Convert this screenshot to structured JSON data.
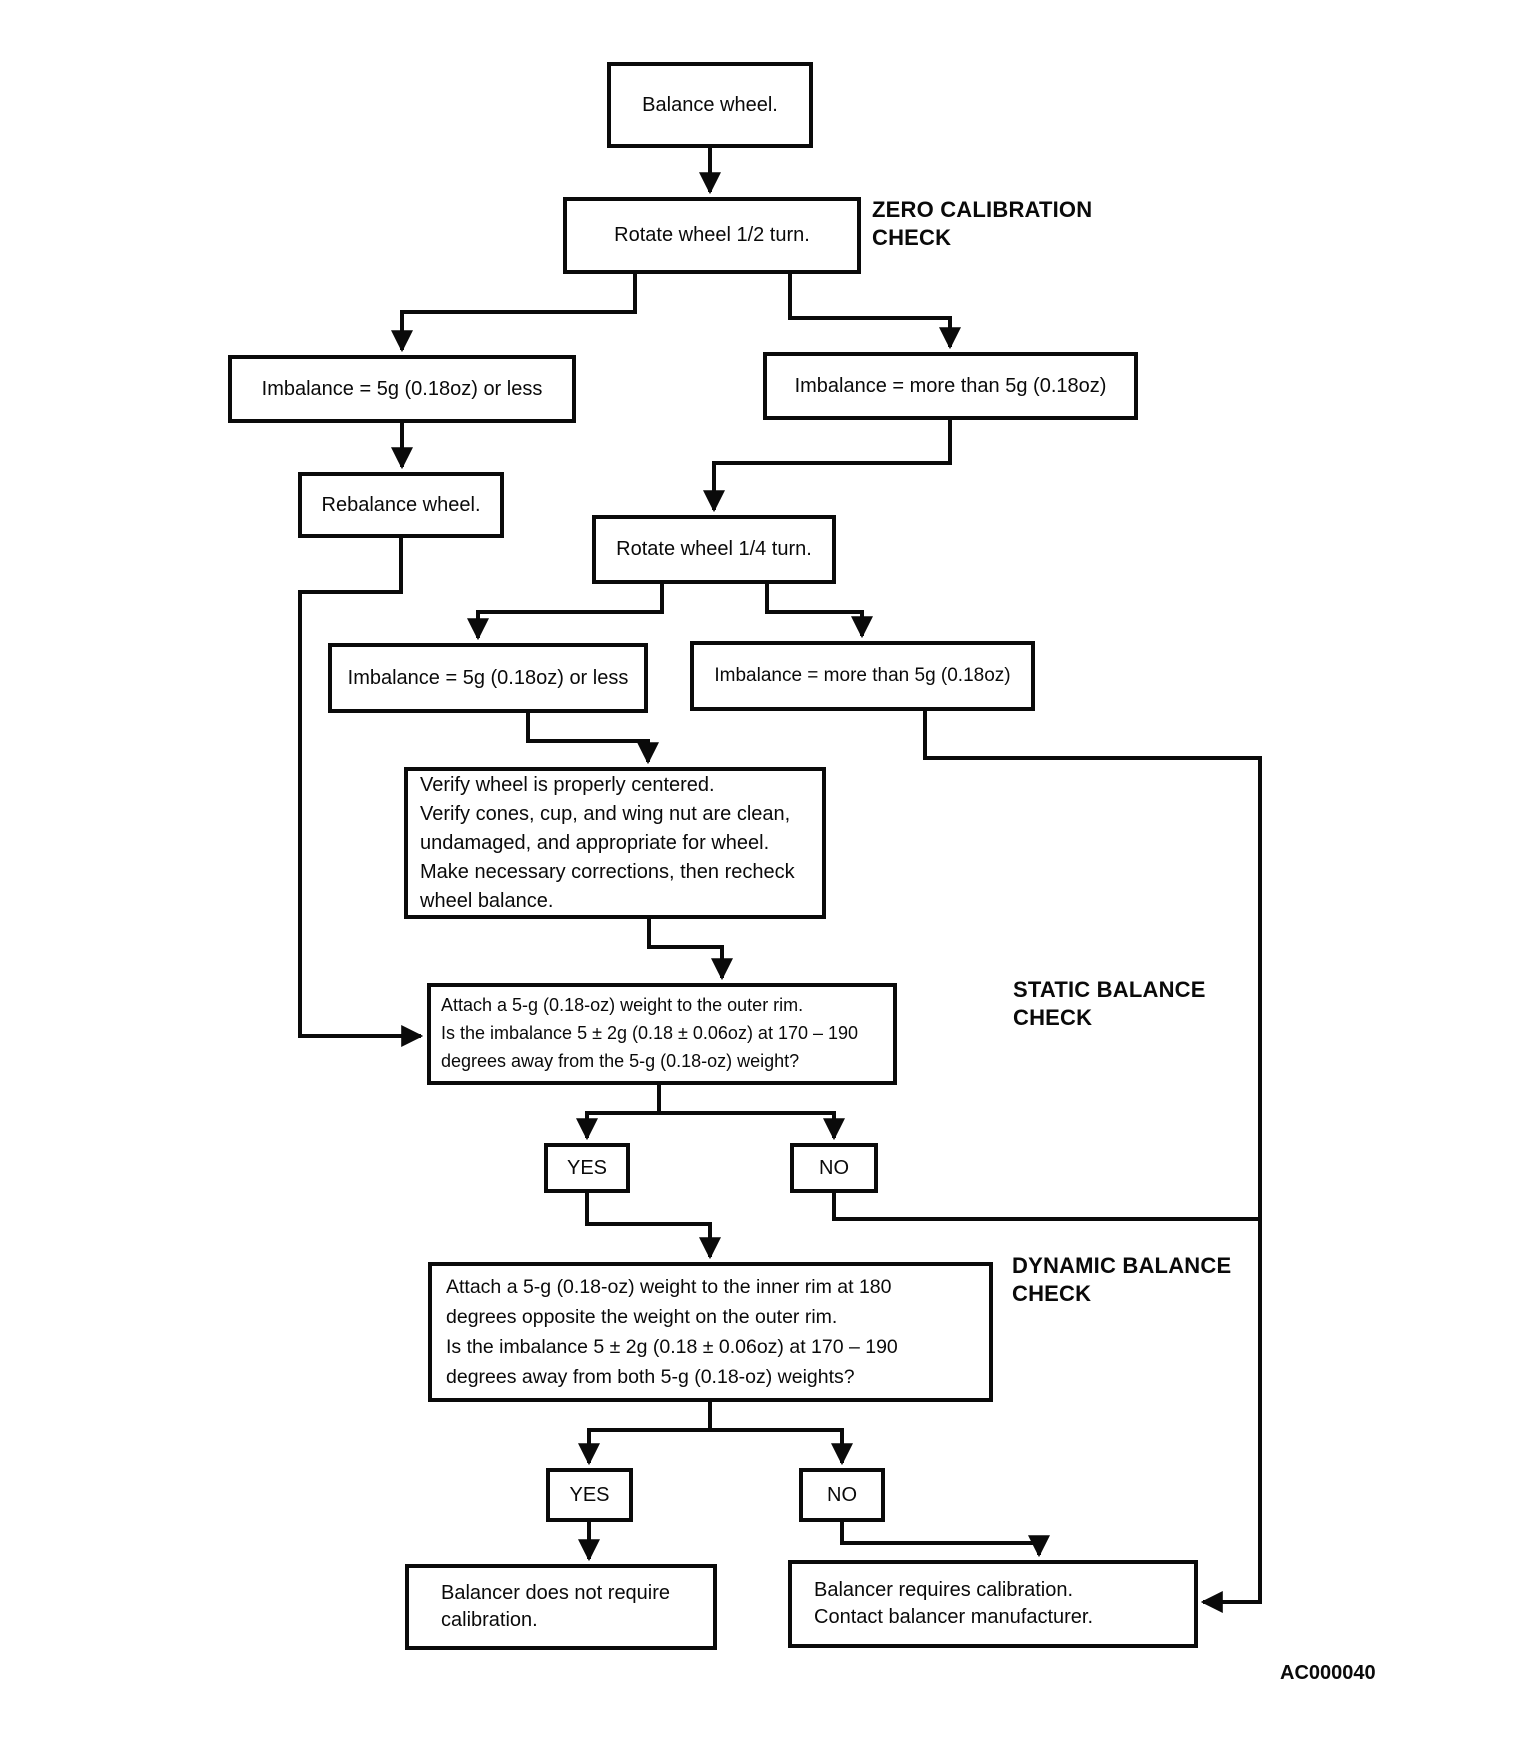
{
  "diagram": {
    "type": "flowchart",
    "topic": "Wheel balancer calibration check procedure",
    "background_color": "#ffffff",
    "ink_color": "#0a0a0a",
    "figure_code": "AC000040",
    "boxes": {
      "balance_wheel": "Balance wheel.",
      "rotate_half": "Rotate wheel 1/2 turn.",
      "imbalance_less_1": "Imbalance = 5g (0.18oz) or less",
      "imbalance_more_1": "Imbalance = more than 5g (0.18oz)",
      "rebalance": "Rebalance wheel.",
      "rotate_quarter": "Rotate wheel 1/4 turn.",
      "imbalance_less_2": "Imbalance = 5g (0.18oz) or less",
      "imbalance_more_2": "Imbalance = more than 5g (0.18oz)",
      "verify": "Verify wheel is properly centered.\nVerify cones, cup, and wing nut are clean,\nundamaged, and appropriate for wheel.\nMake necessary corrections, then recheck\nwheel balance.",
      "static_check": "Attach a 5-g (0.18-oz) weight to the outer rim.\nIs the imbalance 5 ± 2g (0.18 ± 0.06oz) at 170 – 190\ndegrees away from the 5-g (0.18-oz) weight?",
      "static_yes": "YES",
      "static_no": "NO",
      "dynamic_check": "Attach a 5-g (0.18-oz) weight to the inner rim at 180\ndegrees opposite the weight on the outer rim.\nIs the imbalance 5 ± 2g (0.18 ± 0.06oz) at 170 – 190\ndegrees away from both 5-g (0.18-oz) weights?",
      "dynamic_yes": "YES",
      "dynamic_no": "NO",
      "no_calibration": "Balancer does not require\ncalibration.",
      "requires_calibration": "Balancer requires calibration.\nContact balancer manufacturer."
    },
    "section_labels": {
      "zero": "ZERO CALIBRATION\nCHECK",
      "static": "STATIC BALANCE\nCHECK",
      "dynamic": "DYNAMIC BALANCE\nCHECK"
    },
    "edges": [
      {
        "from": "balance_wheel",
        "to": "rotate_half"
      },
      {
        "from": "rotate_half",
        "to": "imbalance_less_1"
      },
      {
        "from": "rotate_half",
        "to": "imbalance_more_1"
      },
      {
        "from": "imbalance_less_1",
        "to": "rebalance"
      },
      {
        "from": "imbalance_more_1",
        "to": "rotate_quarter"
      },
      {
        "from": "rebalance",
        "to": "static_check"
      },
      {
        "from": "rotate_quarter",
        "to": "imbalance_less_2"
      },
      {
        "from": "rotate_quarter",
        "to": "imbalance_more_2"
      },
      {
        "from": "imbalance_less_2",
        "to": "verify"
      },
      {
        "from": "imbalance_more_2",
        "to": "requires_calibration"
      },
      {
        "from": "verify",
        "to": "static_check"
      },
      {
        "from": "static_check",
        "to": "static_yes"
      },
      {
        "from": "static_check",
        "to": "static_no"
      },
      {
        "from": "static_yes",
        "to": "dynamic_check"
      },
      {
        "from": "static_no",
        "to": "requires_calibration"
      },
      {
        "from": "dynamic_check",
        "to": "dynamic_yes"
      },
      {
        "from": "dynamic_check",
        "to": "dynamic_no"
      },
      {
        "from": "dynamic_yes",
        "to": "no_calibration"
      },
      {
        "from": "dynamic_no",
        "to": "requires_calibration"
      }
    ]
  }
}
